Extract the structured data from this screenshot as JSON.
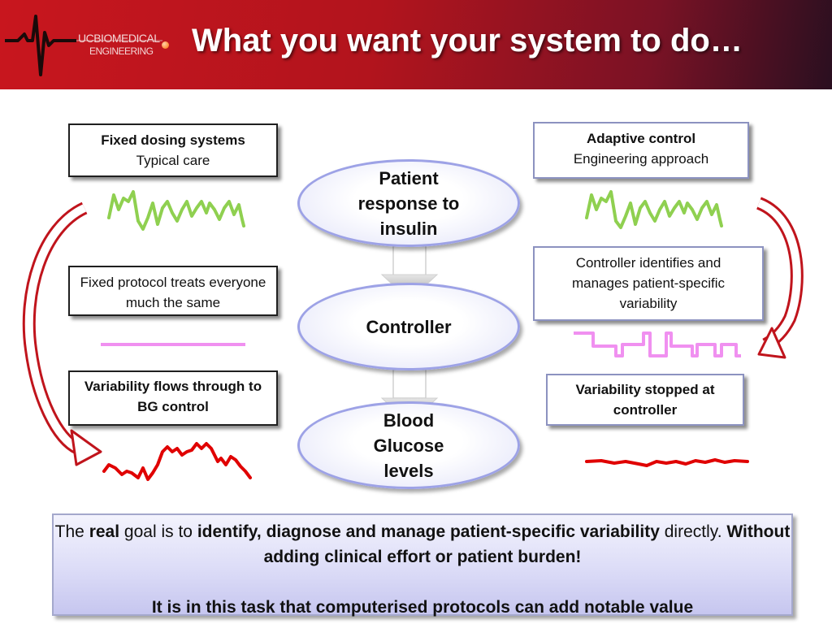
{
  "header": {
    "title": "What you want your system to do…",
    "logo_line1": "UCBIOMEDICAL",
    "logo_line2": "ENGINEERING"
  },
  "left": {
    "top_box": {
      "title": "Fixed dosing systems",
      "subtitle": "Typical care"
    },
    "middle_box": {
      "text": "Fixed protocol treats everyone much the same"
    },
    "bottom_box": {
      "text": "Variability flows through to BG control"
    }
  },
  "center": {
    "patient": "Patient\nresponse to\ninsulin",
    "controller": "Controller",
    "glucose": "Blood\nGlucose\nlevels"
  },
  "right": {
    "top_box": {
      "title": "Adaptive control",
      "subtitle": "Engineering approach"
    },
    "middle_box": {
      "text": "Controller identifies and manages patient-specific variability"
    },
    "bottom_box": {
      "text": "Variability stopped at controller"
    }
  },
  "summary": {
    "the": "The ",
    "real": "real",
    "goal_is_to": " goal is to ",
    "identify": "identify, diagnose and manage patient-specific variability",
    "directly": " directly. ",
    "without": "Without adding clinical effort or patient burden!",
    "line2": "It is in this task that computerised protocols can add notable value"
  },
  "colors": {
    "green_trace": "#8fd050",
    "pink_trace": "#f090f0",
    "red_trace": "#e00000",
    "ellipse_border": "#9da2e6",
    "curved_arrow": "#c0141c"
  },
  "icons": {
    "logo": "heartbeat-icon",
    "down_arrow": "down-arrow-icon",
    "curved_arrow": "curved-arrow-icon"
  }
}
